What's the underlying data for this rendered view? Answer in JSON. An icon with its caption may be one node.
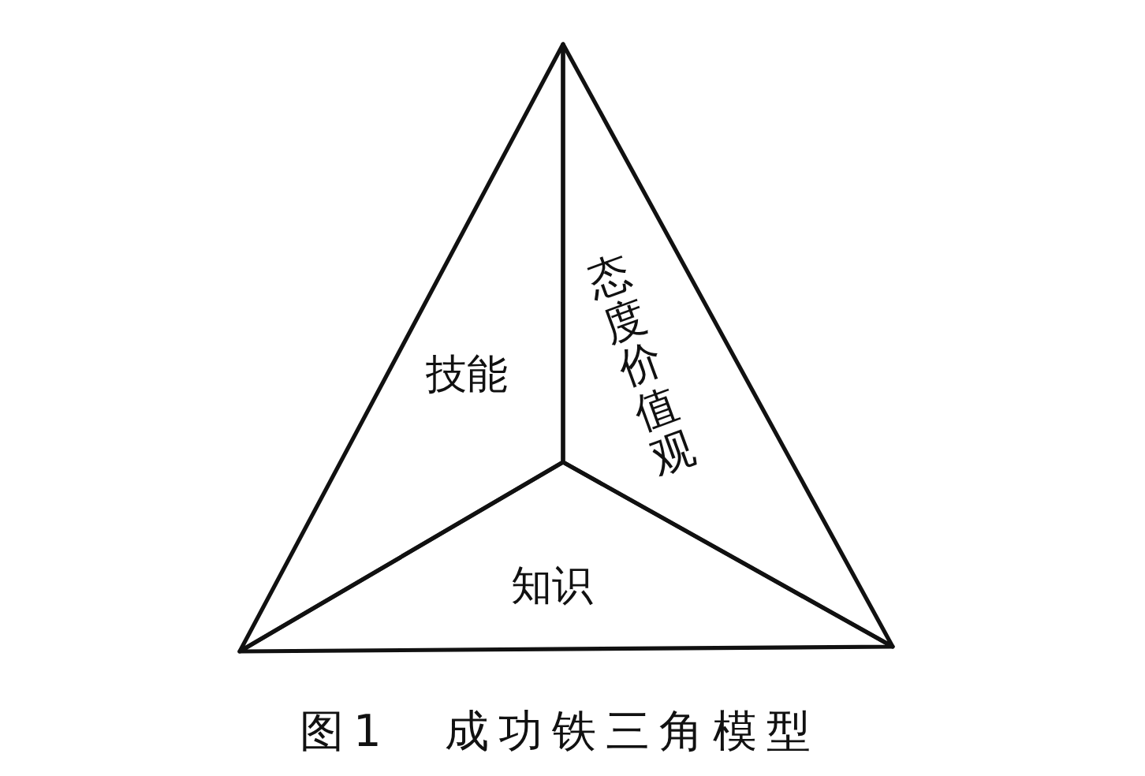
{
  "diagram": {
    "caption": "图1　成功铁三角模型",
    "nodes": [
      {
        "text": [
          "技能"
        ]
      },
      {
        "text": [
          "态度价值观"
        ]
      },
      {
        "text": [
          "知识"
        ]
      }
    ]
  }
}
